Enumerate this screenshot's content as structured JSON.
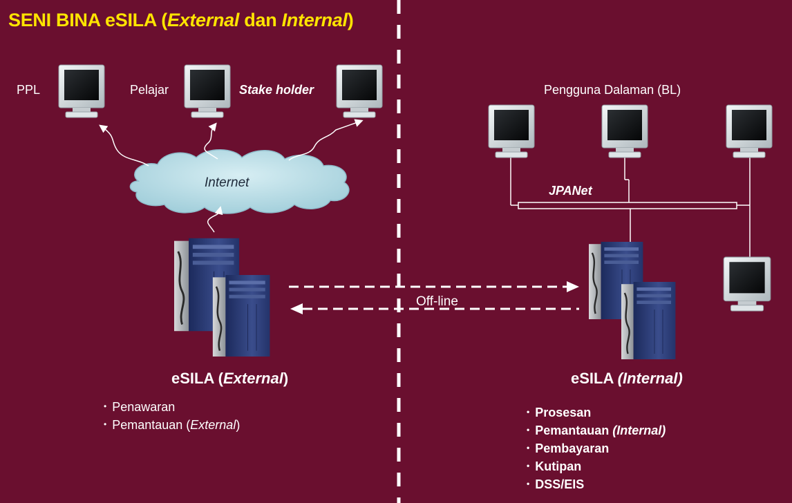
{
  "title": {
    "prefix": "SENI BINA eSILA (",
    "external": "External",
    "mid": " dan ",
    "internal": "Internal",
    "suffix": ")"
  },
  "external_side": {
    "users": [
      "PPL",
      "Pelajar",
      "Stake holder"
    ],
    "cloud_label": "Internet",
    "system_prefix": "eSILA (",
    "system_italic": "External",
    "system_suffix": ")",
    "functions": [
      {
        "text": "Penawaran",
        "italic": ""
      },
      {
        "text": "Pemantauan (",
        "italic": "External",
        "after": ")"
      }
    ]
  },
  "internal_side": {
    "users_label": "Pengguna Dalaman (BL)",
    "network_label": "JPANet",
    "system_prefix": "eSILA ",
    "system_italic": "(Internal)",
    "functions": [
      {
        "text": "Prosesan"
      },
      {
        "text": "Pemantauan ",
        "italic": "(Internal)"
      },
      {
        "text": "Pembayaran"
      },
      {
        "text": "Kutipan"
      },
      {
        "text": "DSS/EIS"
      }
    ]
  },
  "link_label": "Off-line",
  "colors": {
    "background": "#6a0f2f",
    "title": "#ffe400",
    "cloud": "#b9dce6",
    "text": "#ffffff"
  }
}
